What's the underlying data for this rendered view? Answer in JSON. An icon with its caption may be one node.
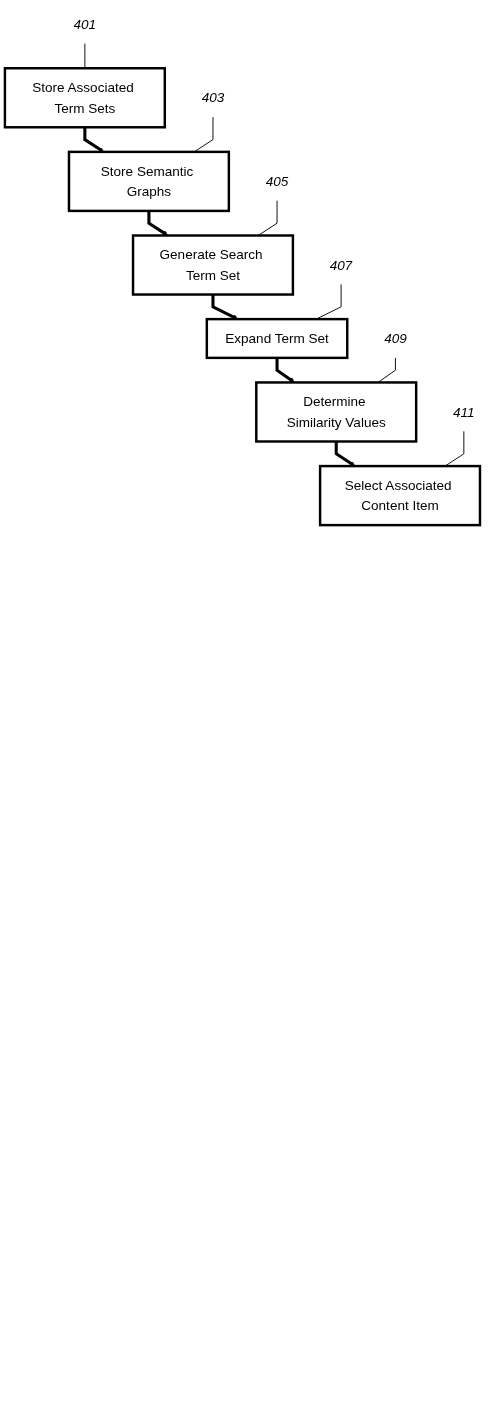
{
  "diagram": {
    "nodes": [
      {
        "text": [
          "401"
        ]
      },
      {
        "text": [
          "Store Associated Term Sets"
        ]
      },
      {
        "text": [
          "403"
        ]
      },
      {
        "text": [
          "Store Semantic Graphs"
        ]
      },
      {
        "text": [
          "405"
        ]
      },
      {
        "text": [
          "Generate Search Term Set"
        ]
      },
      {
        "text": [
          "407"
        ]
      },
      {
        "text": [
          "Expand Term Set"
        ]
      },
      {
        "text": [
          "409"
        ]
      },
      {
        "text": [
          "Determine Similarity Values"
        ]
      },
      {
        "text": [
          "411"
        ]
      },
      {
        "text": [
          "Select Associated Content Item"
        ]
      }
    ],
    "edges": [
      {
        "from": 1,
        "to": 3,
        "arrow": "to",
        "style": "thick"
      },
      {
        "from": 3,
        "to": 5,
        "arrow": "to",
        "style": "thick"
      },
      {
        "from": 5,
        "to": 7,
        "arrow": "to",
        "style": "thick"
      },
      {
        "from": 7,
        "to": 9,
        "arrow": "to",
        "style": "thick"
      },
      {
        "from": 9,
        "to": 11,
        "arrow": "to",
        "style": "thick"
      },
      {
        "from": 0,
        "to": 1,
        "arrow": "none"
      },
      {
        "from": 2,
        "to": 3,
        "arrow": "none"
      },
      {
        "from": 4,
        "to": 5,
        "arrow": "none"
      },
      {
        "from": 6,
        "to": 7,
        "arrow": "none"
      },
      {
        "from": 8,
        "to": 9,
        "arrow": "none"
      },
      {
        "from": 10,
        "to": 11,
        "arrow": "none"
      }
    ]
  }
}
